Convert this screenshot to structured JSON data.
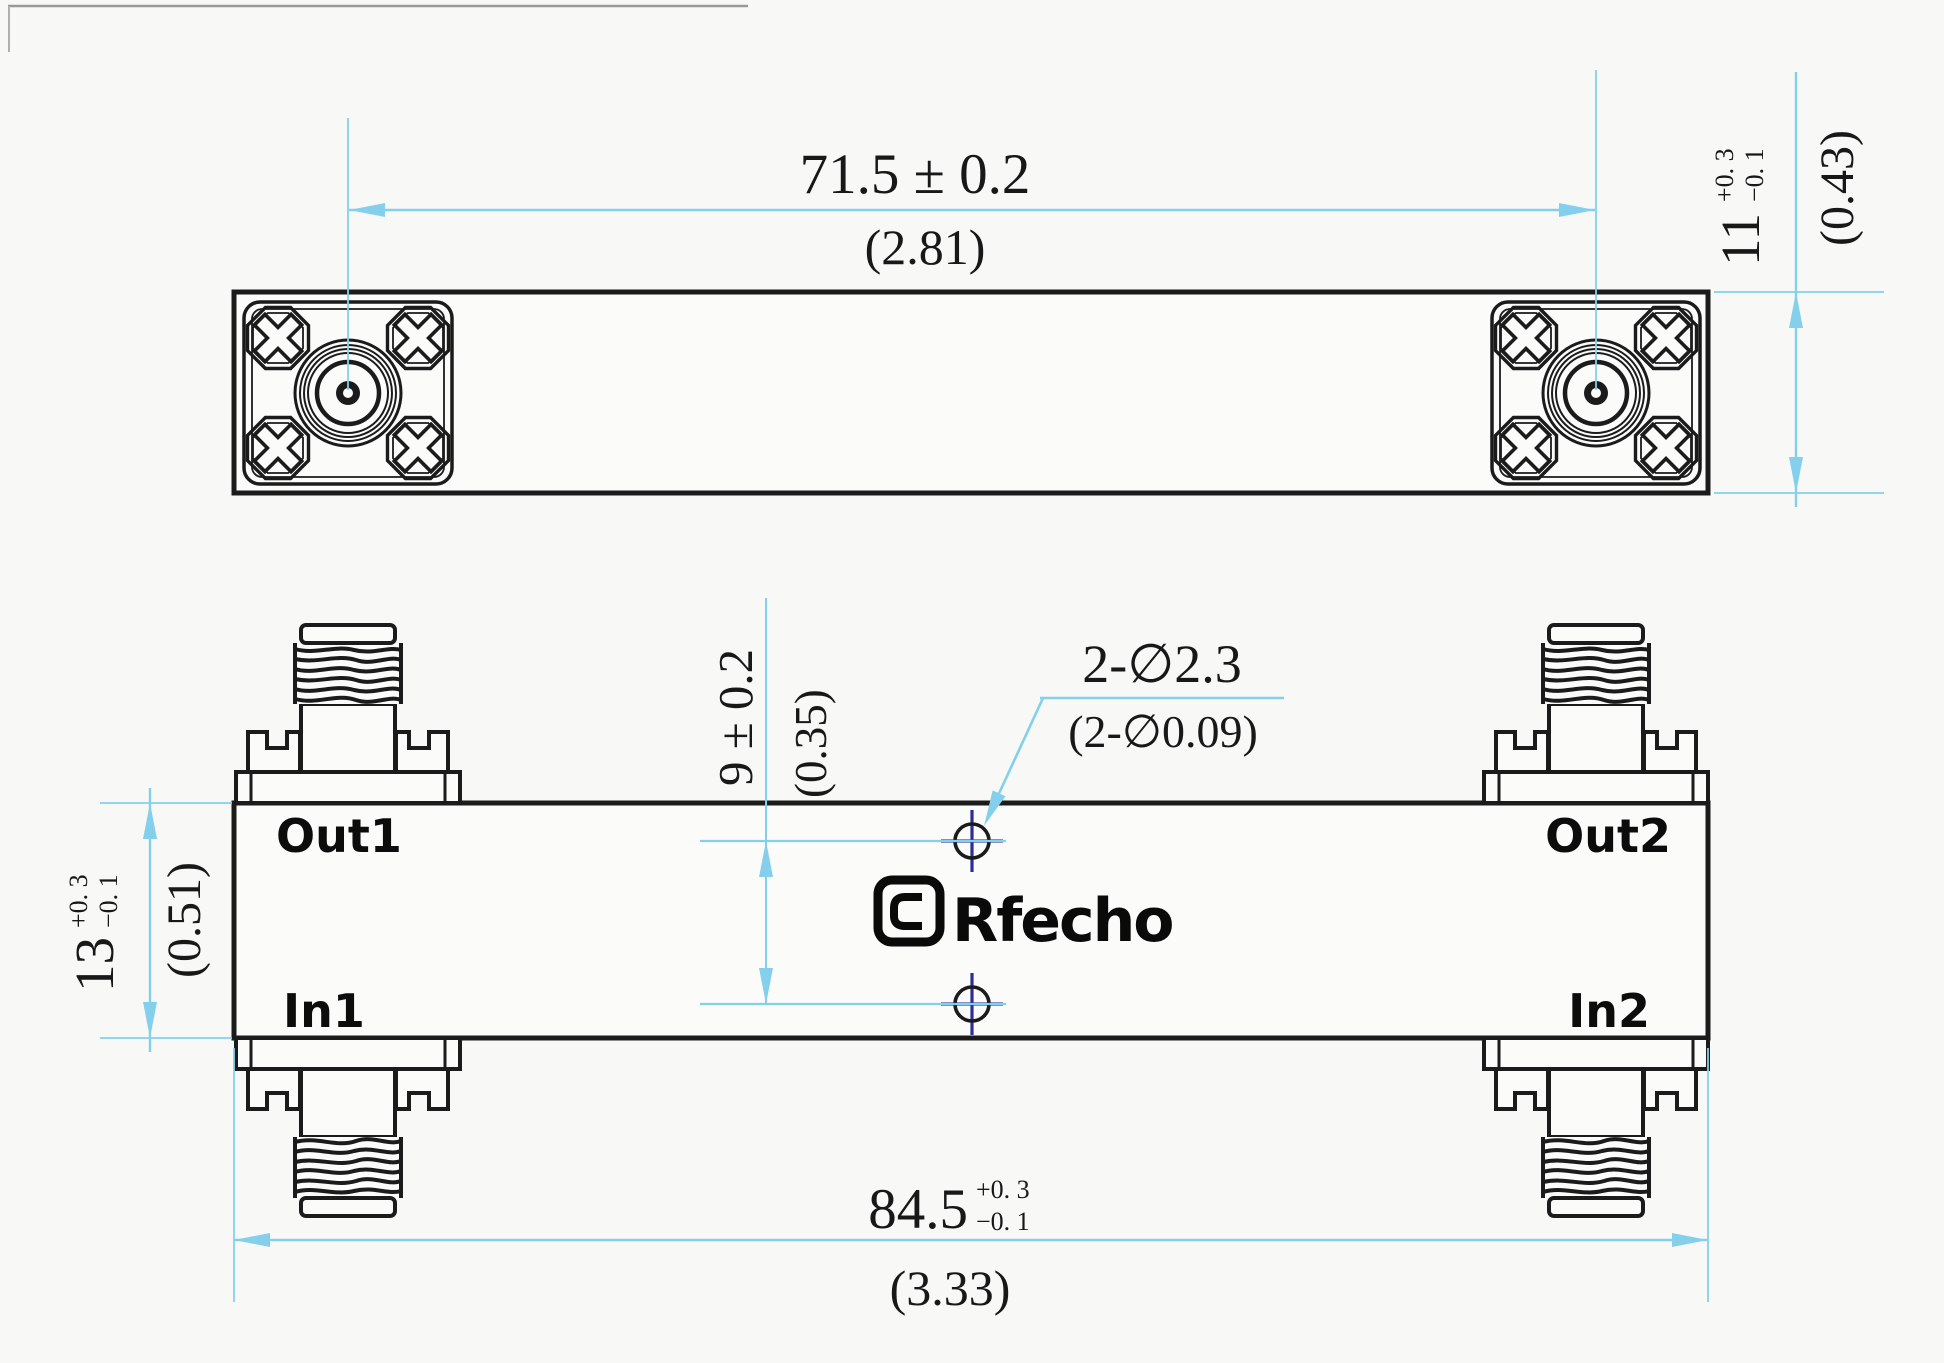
{
  "drawing": {
    "colors": {
      "linework": "#1b1b1b",
      "dimension_blue": "#84d0ec",
      "dimension_text": "#181818",
      "hole_cross_navy": "#2d2d99",
      "label_text": "#0c0c0c",
      "background": "#f8f8f7"
    },
    "top_view": {
      "width_dim": {
        "mm": "71.5 ± 0.2",
        "inch": "(2.81)"
      },
      "height_dim": {
        "mm": "11",
        "tol_up": "+0. 3",
        "tol_dn": "−0. 1",
        "inch": "(0.43)"
      }
    },
    "front_view": {
      "ports": {
        "out1": "Out1",
        "out2": "Out2",
        "in1": "In1",
        "in2": "In2"
      },
      "hole_spacing_dim": {
        "mm": "9 ± 0.2",
        "inch": "(0.35)"
      },
      "hole_callout": {
        "mm": "2-∅2.3",
        "inch": "(2-∅0.09)"
      },
      "height_dim": {
        "mm": "13",
        "tol_up": "+0. 3",
        "tol_dn": "−0. 1",
        "inch": "(0.51)"
      },
      "width_dim": {
        "mm": "84.5",
        "tol_up": "+0. 3",
        "tol_dn": "−0. 1",
        "inch": "(3.33)"
      }
    },
    "watermark": {
      "text": "Rfecho"
    }
  }
}
